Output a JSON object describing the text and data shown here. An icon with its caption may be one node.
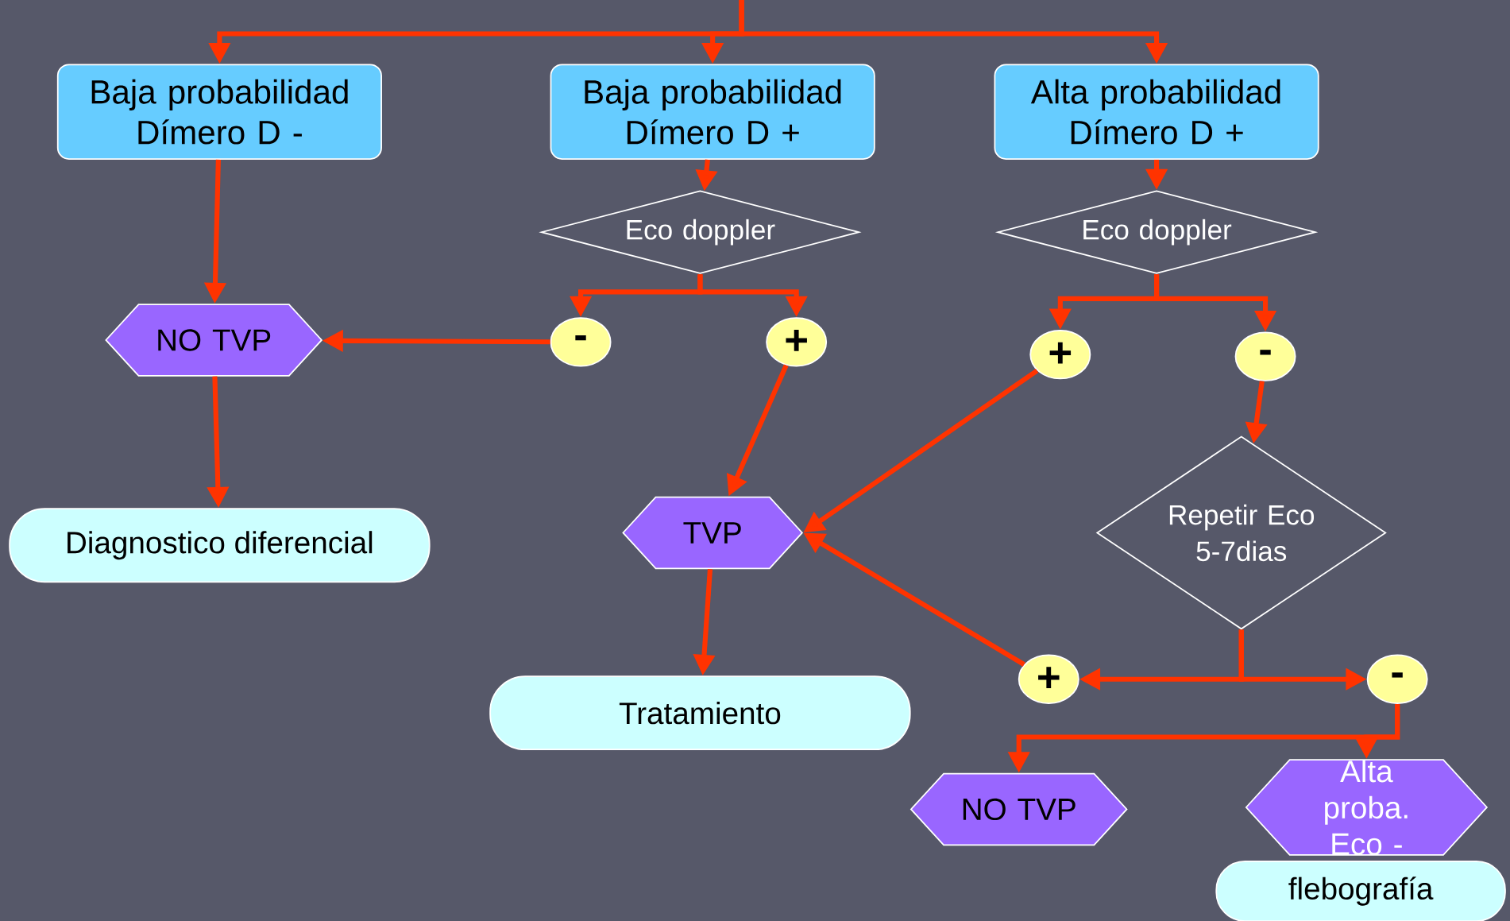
{
  "diagram": {
    "nodes": [
      {
        "text": [
          "Baja probabilidad Dímero D -"
        ]
      },
      {
        "text": [
          "Baja probabilidad Dímero D +"
        ]
      },
      {
        "text": [
          "Alta probabilidad Dímero D +"
        ]
      },
      {
        "text": [
          "Eco doppler"
        ]
      },
      {
        "text": [
          "Eco doppler"
        ]
      },
      {
        "text": [
          "NO TVP"
        ]
      },
      {
        "text": [
          "-"
        ]
      },
      {
        "text": [
          "+"
        ]
      },
      {
        "text": [
          "+"
        ]
      },
      {
        "text": [
          "-"
        ]
      },
      {
        "text": [
          "Repetir Eco 5-7dias"
        ]
      },
      {
        "text": [
          "Diagnostico diferencial"
        ]
      },
      {
        "text": [
          "TVP"
        ]
      },
      {
        "text": [
          "+"
        ]
      },
      {
        "text": [
          "-"
        ]
      },
      {
        "text": [
          "Tratamiento"
        ]
      },
      {
        "text": [
          "NO TVP"
        ]
      },
      {
        "text": [
          "Alta proba. Eco -"
        ]
      },
      {
        "text": [
          "flebografía"
        ]
      }
    ],
    "edges": [
      {
        "from": null,
        "to": 0,
        "arrow": "to"
      },
      {
        "from": null,
        "to": 1,
        "arrow": "to"
      },
      {
        "from": null,
        "to": 2,
        "arrow": "to"
      },
      {
        "from": 0,
        "to": 5,
        "arrow": "to"
      },
      {
        "from": 1,
        "to": 3,
        "arrow": "to"
      },
      {
        "from": 2,
        "to": 4,
        "arrow": "to"
      },
      {
        "from": 3,
        "to": 6,
        "arrow": "to"
      },
      {
        "from": 3,
        "to": 7,
        "arrow": "to"
      },
      {
        "from": 4,
        "to": 8,
        "arrow": "to"
      },
      {
        "from": 4,
        "to": 9,
        "arrow": "to"
      },
      {
        "from": 6,
        "to": 5,
        "arrow": "to"
      },
      {
        "from": 7,
        "to": 12,
        "arrow": "to"
      },
      {
        "from": 8,
        "to": 12,
        "arrow": "to"
      },
      {
        "from": 9,
        "to": 10,
        "arrow": "to"
      },
      {
        "from": 5,
        "to": 11,
        "arrow": "to"
      },
      {
        "from": 10,
        "to": 13,
        "arrow": "to"
      },
      {
        "from": 10,
        "to": 14,
        "arrow": "to"
      },
      {
        "from": 13,
        "to": 12,
        "arrow": "to"
      },
      {
        "from": 12,
        "to": 15,
        "arrow": "to"
      },
      {
        "from": 14,
        "to": 16,
        "arrow": "to"
      },
      {
        "from": 14,
        "to": 17,
        "arrow": "to"
      }
    ]
  }
}
